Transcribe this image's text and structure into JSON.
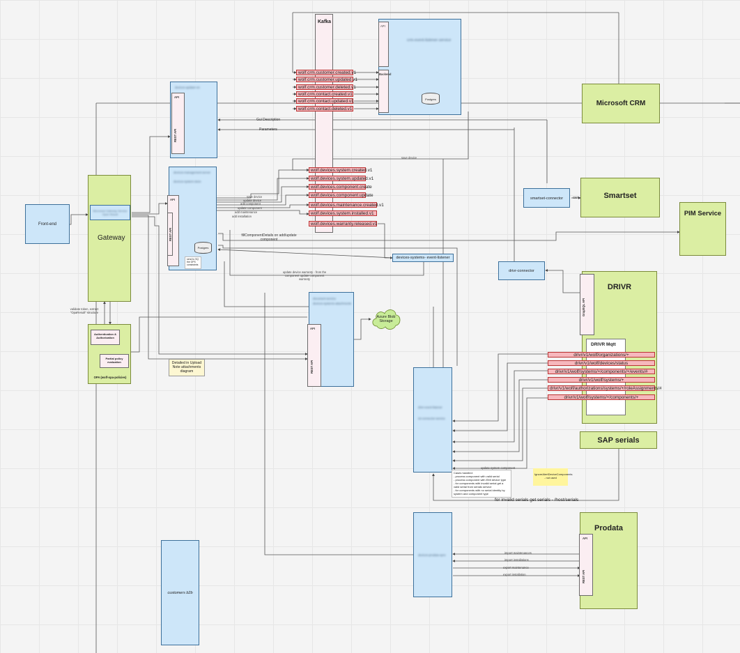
{
  "kafka": {
    "title": "Kafka",
    "crm_topics": [
      "wolf.crm.customer.created.v1",
      "wolf.crm.customer.updated.v1",
      "wolf.crm.customer.deleted.v1",
      "wolf.crm.contact.created.v1",
      "wolf.crm.contact.updated.v1",
      "wolf.crm.contact.deleted.v1"
    ],
    "device_topics": [
      "wolf.devices.system.created.v1",
      "wolf.devices.system.updated.v1",
      "wolf.devices.component.create",
      "wolf.devices.component.update",
      "wolf.devices.maintenance.created.v1",
      "wolf.devices.system.installed.v1",
      "wolf.devices.warranty.released.v1"
    ]
  },
  "crm_listener": {
    "title": "crm-event-listener-service",
    "api": "API",
    "backend": "Backend",
    "db": "Postgres"
  },
  "systems": {
    "updater_title": "devices-updater-en",
    "api": "API",
    "rest_api": "REST API",
    "mgmt_title": "devices-management-server",
    "mgmt_sub": "devices-system-store",
    "db": "Postgres",
    "db_note": "send to SQ the GPS constraints"
  },
  "frontend": {
    "label": "Front-end"
  },
  "gateway": {
    "title": "Gateway",
    "inner": "Micronaut Gateway Service Open Result"
  },
  "opa": {
    "auth": "Authentication & Authorization",
    "policy": "Partial policy evaluation",
    "footer": "OPA (wolf-opa-policies)",
    "validate": "validate token, extract \"OpaResult\" structure"
  },
  "upload_note": "Detailed in Upload Note attachments diagram",
  "docs": {
    "title": "document-service",
    "sub": "devices-systems-attachments",
    "api": "API",
    "rest_api": "REST API"
  },
  "blob": "Azure Blob Storage",
  "gui_desc": "Gui Description",
  "parameters": "Parameters",
  "save_device": "save device",
  "fill_components": "fillComponentDetails on add/update component",
  "warranty_flow": "update device warranty - from the component update component warranty",
  "events_listener": "devices-systems- event-listener",
  "mgmt_actions": [
    "save device",
    "update device",
    "add component",
    "update component",
    "add maintenance",
    "add installation"
  ],
  "microsoft_crm": "Microsoft CRM",
  "smartset": "Smartset",
  "smartset_connector": "smartset-connector",
  "get": "GET",
  "pim": "PIM Service",
  "drivr_connector": "drivr-connector",
  "drivr": "DRIVR",
  "graphql": "GraphQL API",
  "drivr_mqtt": "DRIVR Mqtt",
  "mqtt_topics": [
    "drivr/v1/wolf/organizations/+",
    "drivr/v1/wolf/devices/status",
    "drivr/v1/wolf/systems/+/components/+/events/#",
    "drivr/v1/wolf/systems/+",
    "drivr/v1/wolf/authorizations/systems/+/roleAssignments/#",
    "drivr/v1/wolf/systems/+/components/+"
  ],
  "sap": "SAP serials",
  "drivr_service": {
    "title": "drivr-event-listener",
    "sub": "iot-connector-service"
  },
  "cases": "Cases handled:\n- process component with valid serial\n- process component with EMI device type\n- for components with invalid serial get a valid serial from serials service\n- for components with no serial identity by system and component type",
  "ignore_note": "IgnoreAlertDeviceComponents - not used",
  "invalid_serials": "for invalid serials get serials - /host/serials",
  "update_system_component": "update system component",
  "prodata": "Prodata",
  "prodata_api": "API",
  "prodata_rest": "REST API",
  "prodata_service": "devices-prodata-sync",
  "prodata_flows": [
    "import maintenances",
    "import installations",
    "export maintenance",
    "export installation"
  ],
  "customers": "customers b2b",
  "colors": {
    "blue": "#cde6f9",
    "green": "#dbeea3",
    "topic": "#f6b8bd"
  }
}
